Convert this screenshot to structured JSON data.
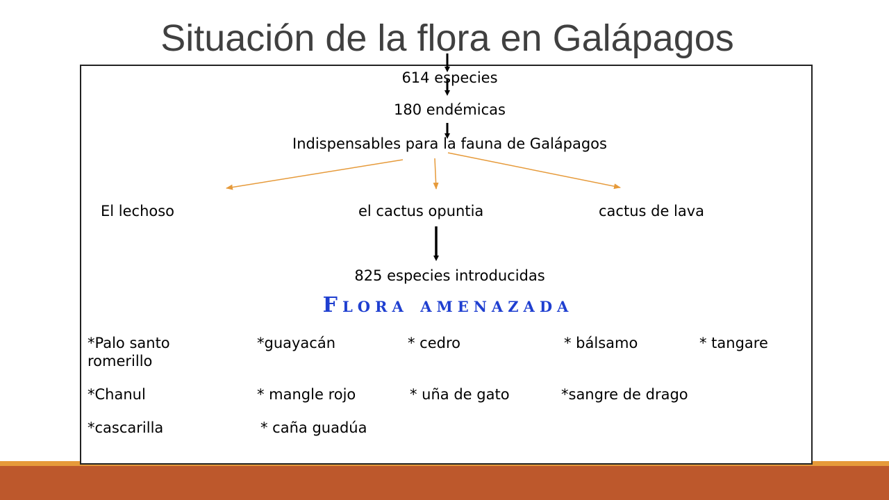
{
  "slide": {
    "title": "Situación de la flora en Galápagos",
    "flow": [
      "614 especies",
      "180 endémicas",
      "Indispensables para la fauna de Galápagos"
    ],
    "branches": [
      "El lechoso",
      "el cactus opuntia",
      "cactus de lava"
    ],
    "introduced": "825 especies introducidas",
    "threatened_heading": "Flora amenazada",
    "threatened_rows": [
      [
        "*Palo santo",
        "*guayacán",
        "* cedro",
        "* bálsamo",
        "* tangare"
      ],
      [
        "romerillo"
      ],
      [
        "*Chanul",
        "* mangle rojo",
        "* uña de gato",
        "*sangre de drago"
      ],
      [
        "*cascarilla",
        "* caña guadúa"
      ]
    ]
  },
  "colors": {
    "title": "#404040",
    "heading_blue": "#1f3fd0",
    "branch_arrow": "#e69a3a",
    "footer": "#bd582c",
    "footer_line": "#e69a3a"
  }
}
